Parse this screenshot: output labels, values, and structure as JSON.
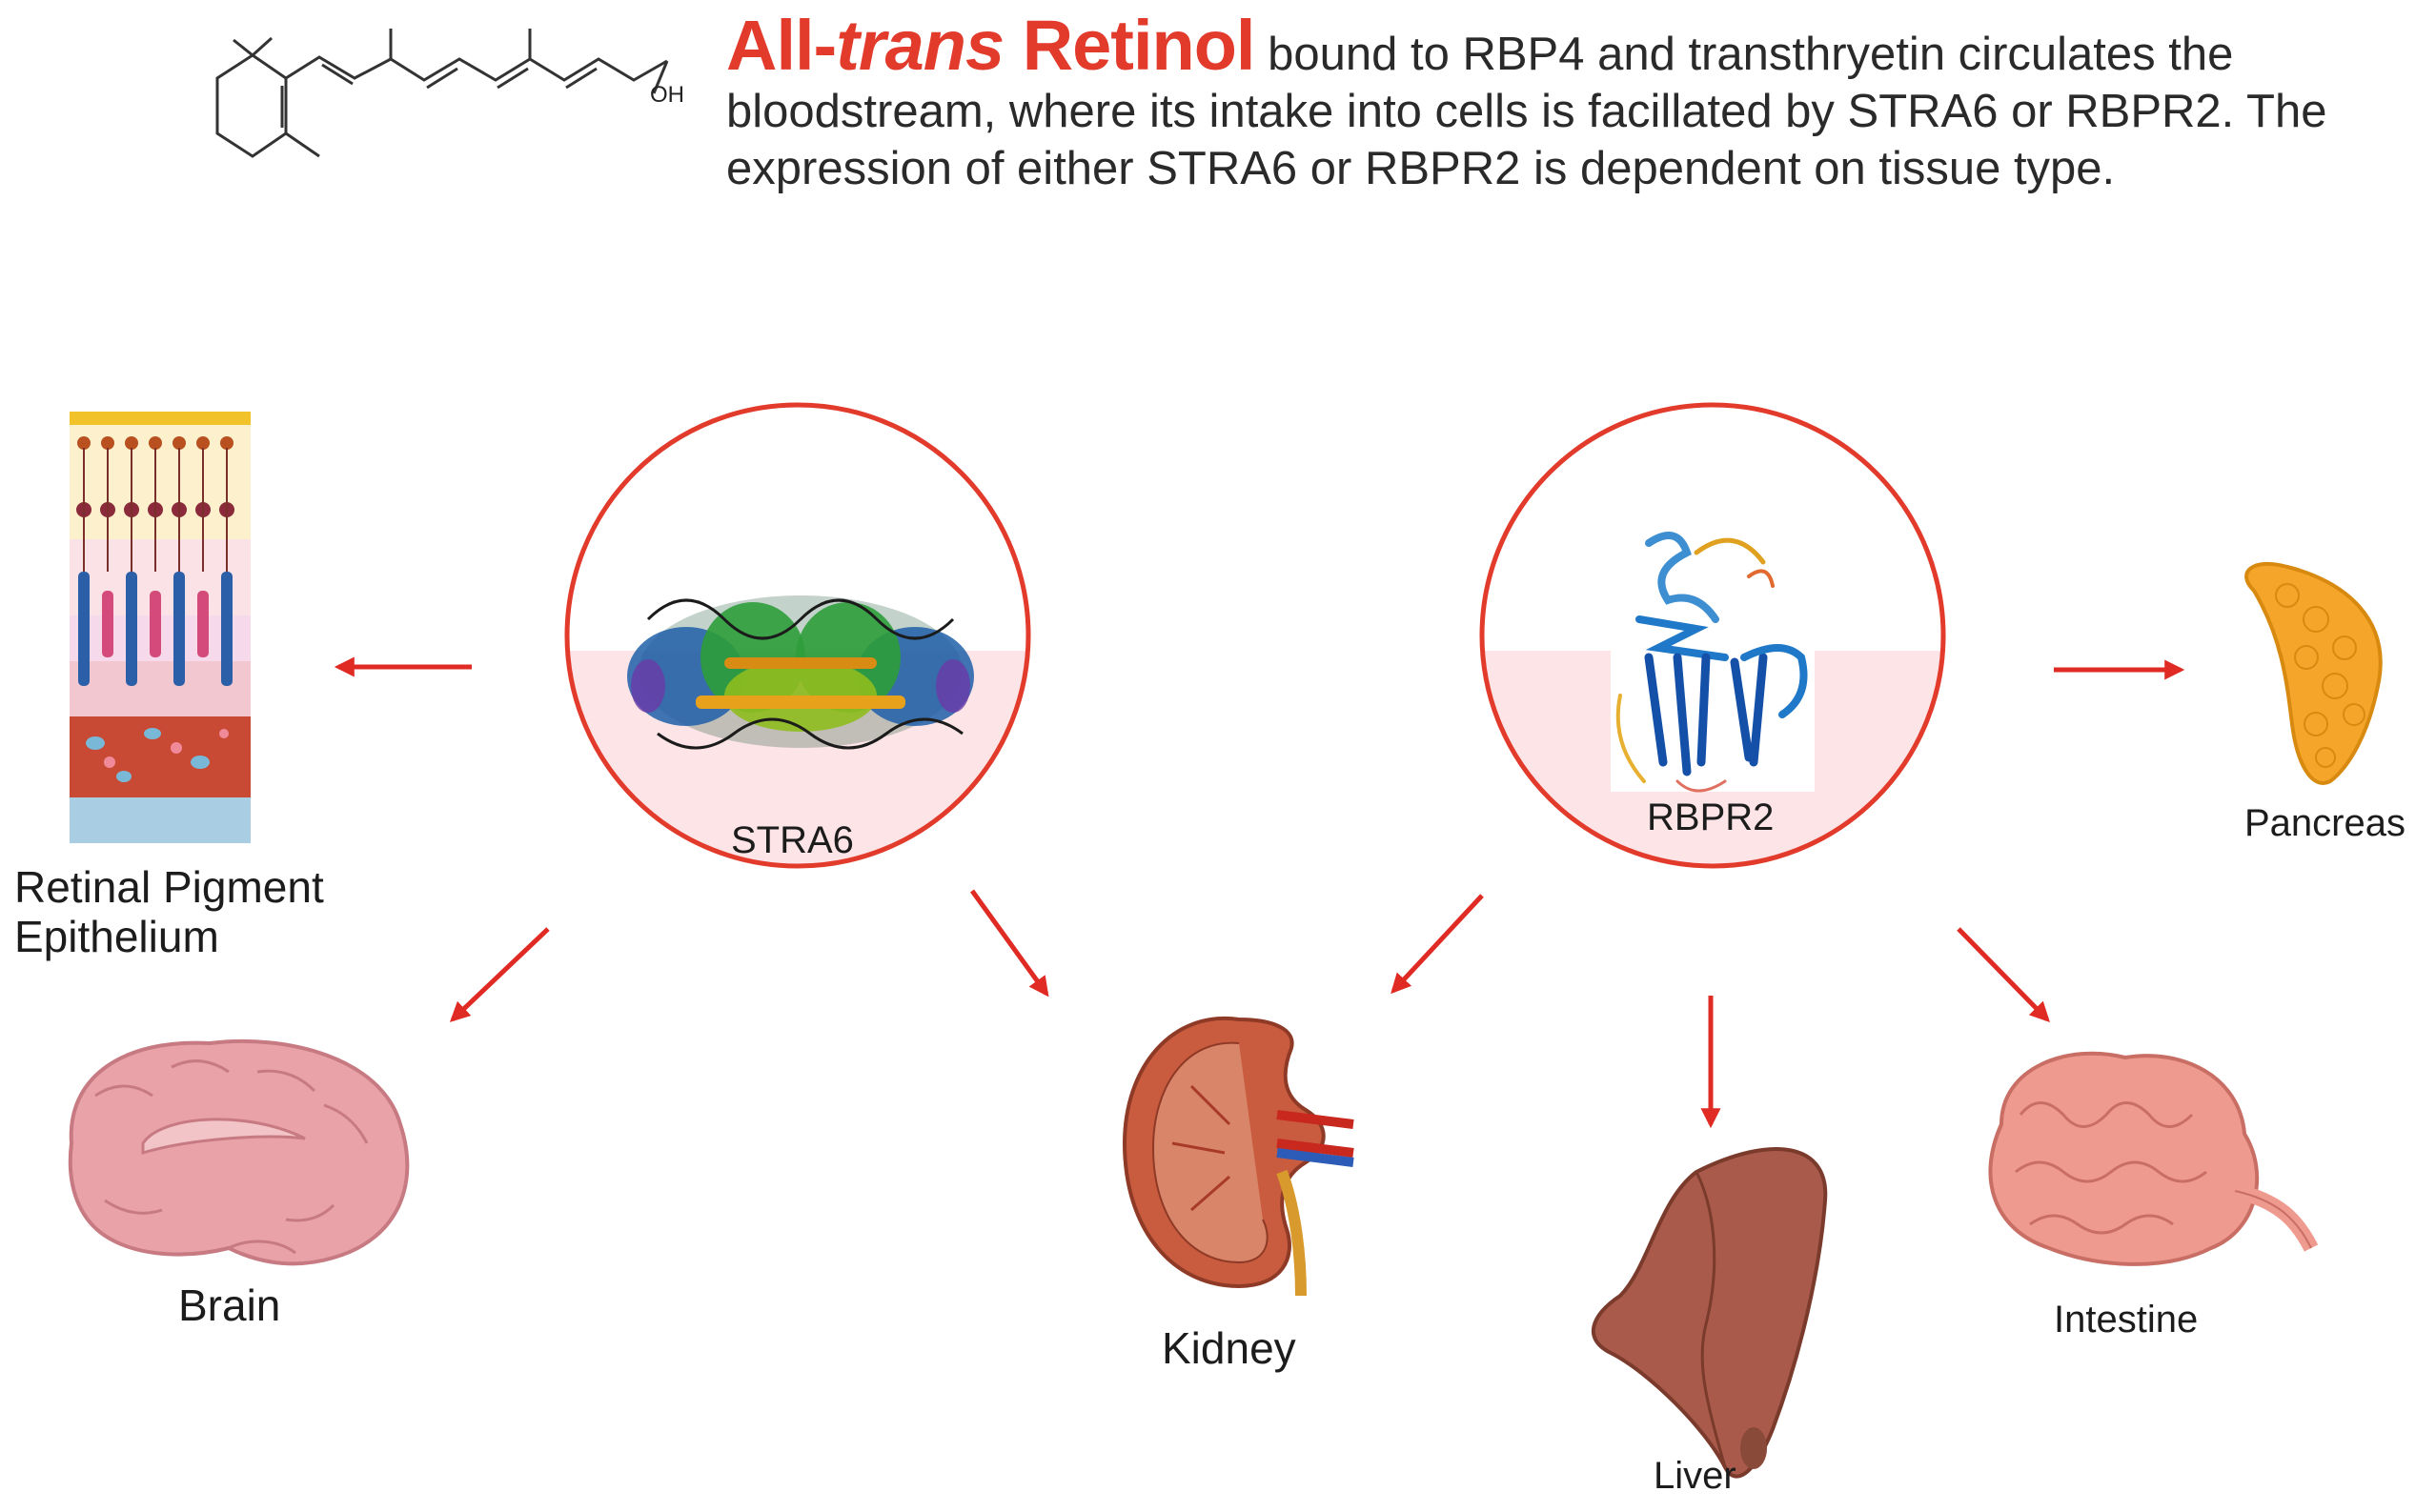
{
  "header": {
    "title_prefix": "All-",
    "title_italic": "trans",
    "title_suffix": " Retinol",
    "description": "bound to RBP4 and transthryetin circulates the bloodstream, where its intake into cells is facillated by STRA6 or RBPR2. The expression of either STRA6 or RBPR2 is dependent on tissue type.",
    "molecule_oh_label": "OH"
  },
  "receptors": {
    "stra6": {
      "label": "STRA6"
    },
    "rbpr2": {
      "label": "RBPR2"
    }
  },
  "tissues": {
    "rpe": {
      "line1": "Retinal Pigment",
      "line2": "Epithelium"
    },
    "brain": "Brain",
    "kidney": "Kidney",
    "liver": "Liver",
    "intestine": "Intestine",
    "pancreas": "Pancreas"
  },
  "colors": {
    "accent_red": "#e23a2b",
    "circle_fill": "#fde4e6",
    "arrow_red": "#e02b24"
  },
  "icons": {
    "stra6_structure": "protein-ribbon-icon",
    "rbpr2_structure": "protein-ribbon-icon",
    "rpe": "retina-layers-icon",
    "brain": "brain-icon",
    "kidney": "kidney-icon",
    "liver": "liver-icon",
    "intestine": "intestine-icon",
    "pancreas": "pancreas-icon"
  }
}
